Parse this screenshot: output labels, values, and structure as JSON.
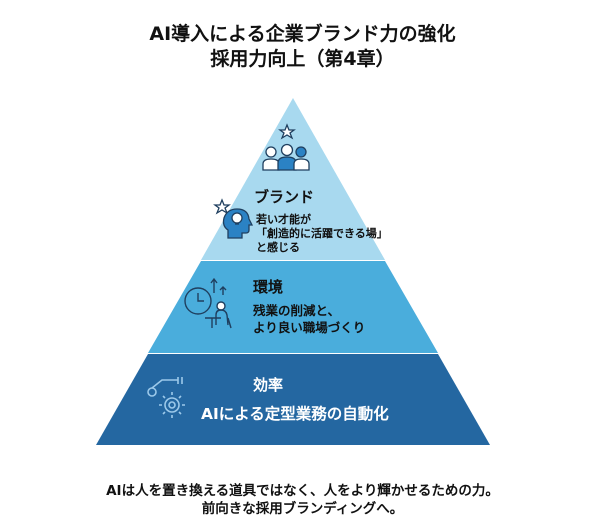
{
  "title": {
    "line1": "AI導入による企業ブランド力の強化",
    "line2": "採用力向上（第4章）"
  },
  "tiers": [
    {
      "heading": "ブランド",
      "text_lines": [
        "若い才能が",
        "「創造的に活躍できる場」",
        "と感じる"
      ],
      "color": "#a8d9ef",
      "icons": [
        "team-stars-icon",
        "head-lightbulb-icon"
      ]
    },
    {
      "heading": "環境",
      "text_lines": [
        "残業の削減と、",
        "より良い職場づくり"
      ],
      "color": "#4aaddc",
      "icons": [
        "clock-worker-icon"
      ]
    },
    {
      "heading": "効率",
      "text_lines": [
        "AIによる定型業務の自動化"
      ],
      "color": "#2467a1",
      "icons": [
        "robot-arm-gear-icon"
      ]
    }
  ],
  "footer": {
    "line1": "AIは人を置き換える道具ではなく、人をより輝かせるための力。",
    "line2": "前向きな採用ブランディングへ。"
  }
}
